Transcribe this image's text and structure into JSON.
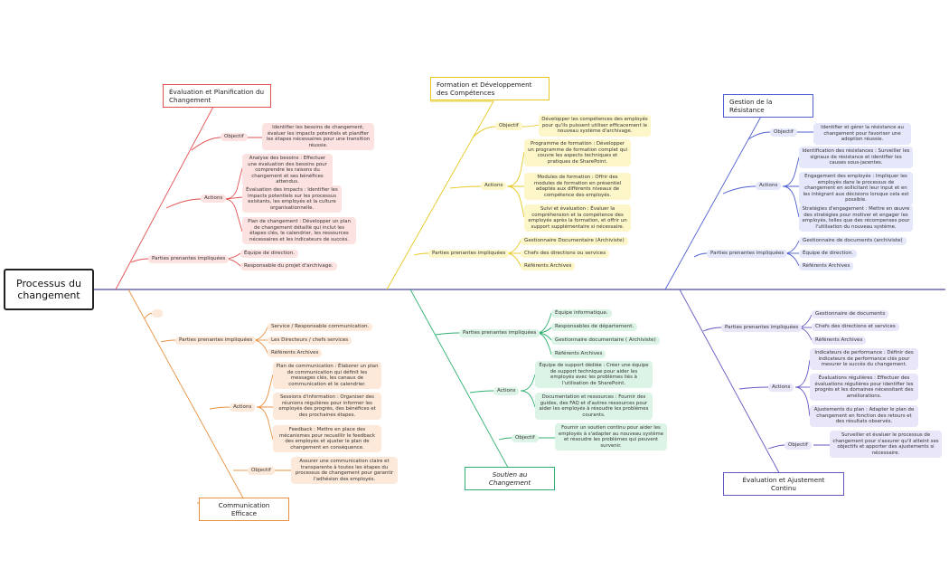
{
  "central": "Processus du changement",
  "colors": {
    "red": "#e05050",
    "yellow": "#e6c820",
    "blue": "#5060d0",
    "orange": "#e89040",
    "green": "#30b070",
    "purple": "#6058c0",
    "spine": "#4a4aa0"
  },
  "topics": {
    "evaluation": {
      "title": "Évaluation et Planification du Changement",
      "objectif_label": "Objectif",
      "objectif": "Identifier les besoins de changement, évaluer les impacts potentiels et planifier les étapes nécessaires pour une transition réussie.",
      "actions_label": "Actions",
      "actions": [
        "Analyse des besoins : Effectuer une évaluation des besoins pour comprendre les raisons du changement et ses bénéfices attendus.",
        "Évaluation des impacts : Identifier les impacts potentiels sur les processus existants, les employés et la culture organisationnelle.",
        "Plan de changement : Développer un plan de changement détaillé qui inclut les étapes clés, le calendrier, les ressources nécessaires et les indicateurs de succès."
      ],
      "parties_label": "Parties prenantes impliquées",
      "parties": [
        "Équipe de direction.",
        "Responsable du projet d'archivage."
      ]
    },
    "formation": {
      "title": "Formation et Développement des Compétences",
      "objectif_label": "Objectif",
      "objectif": "Développer les compétences des employés pour qu'ils puissent utiliser efficacement le nouveau système d'archivage.",
      "actions_label": "Actions",
      "actions": [
        "Programme de formation : Développer un programme de formation complet qui couvre les aspects techniques et pratiques de SharePoint.",
        "Modules de formation : Offrir des modules de formation en présentiel adaptés aux différents niveaux de compétence des employés.",
        "Suivi et évaluation : Évaluer la compréhension et la compétence des employés après la formation, et offrir un support supplémentaire si nécessaire."
      ],
      "parties_label": "Parties prenantes impliquées",
      "parties": [
        "Gestionnaire Documentaire (Archiviste)",
        "Chefs des directions ou services",
        "Référents Archives"
      ]
    },
    "resistance": {
      "title": "Gestion de la Résistance",
      "objectif_label": "Objectif",
      "objectif": "Identifier et gérer la résistance au changement pour favoriser une adoption réussie.",
      "actions_label": "Actions",
      "actions": [
        "Identification des résistances : Surveiller les signaux de résistance et identifier les causes sous-jacentes.",
        "Engagement des employés : Impliquer les employés dans le processus de changement en sollicitant leur input et en les intégrant aux décisions lorsque cela est possible.",
        "Stratégies d'engagement : Mettre en œuvre des stratégies pour motiver et engager les employés, telles que des récompenses pour l'utilisation du nouveau système."
      ],
      "parties_label": "Parties prenantes impliquées",
      "parties": [
        "Gestionnaire de documents (archiviste)",
        "Équipe de direction.",
        "Référents Archives"
      ]
    },
    "communication": {
      "title": "Communication Efficace",
      "parties_label": "Parties prenantes impliquées",
      "parties": [
        "Service / Responsable communication.",
        "Les Directeurs / chefs services",
        "Référents Archives"
      ],
      "actions_label": "Actions",
      "actions": [
        "Plan de communication : Élaborer un plan de communication qui définit les messages clés, les canaux de communication et le calendrier.",
        "Sessions d'information : Organiser des réunions régulières pour informer les employés des progrès, des bénéfices et des prochaines étapes.",
        "Feedback : Mettre en place des mécanismes pour recueillir le feedback des employés et ajuster le plan de changement en conséquence."
      ],
      "objectif_label": "Objectif",
      "objectif": "Assurer une communication claire et transparente à toutes les étapes du processus de changement pour garantir l'adhésion des employés."
    },
    "soutien": {
      "title": "Soutien au Changement",
      "parties_label": "Parties prenantes impliquées",
      "parties": [
        "Équipe informatique.",
        "Responsables de département.",
        "Gestionnaire documentaire ( Archiviste)",
        "Référents Archives"
      ],
      "actions_label": "Actions",
      "actions": [
        "Équipe de support dédiée : Créer une équipe de support technique pour aider les employés avec les problèmes liés à l'utilisation de SharePoint.",
        "Documentation et ressources : Fournir des guides, des FAQ et d'autres ressources pour aider les employés à résoudre les problèmes courants."
      ],
      "objectif_label": "Objectif",
      "objectif": "Fournir un soutien continu pour aider les employés à s'adapter au nouveau système et résoudre les problèmes qui peuvent survenir."
    },
    "ajustement": {
      "title": "Évaluation et Ajustement Continu",
      "parties_label": "Parties prenantes impliquées",
      "parties": [
        "Gestionnaire de documents",
        "Chefs des directions et services",
        "Référents Archives"
      ],
      "actions_label": "Actions",
      "actions": [
        "Indicateurs de performance : Définir des indicateurs de performance clés pour mesurer le succès du changement.",
        "Évaluations régulières : Effectuer des évaluations régulières pour identifier les progrès et les domaines nécessitant des améliorations.",
        "Ajustements du plan : Adapter le plan de changement en fonction des retours et des résultats observés."
      ],
      "objectif_label": "Objectif",
      "objectif": "Surveiller et évaluer le processus de changement pour s'assurer qu'il atteint ses objectifs et apporter des ajustements si nécessaire."
    }
  }
}
